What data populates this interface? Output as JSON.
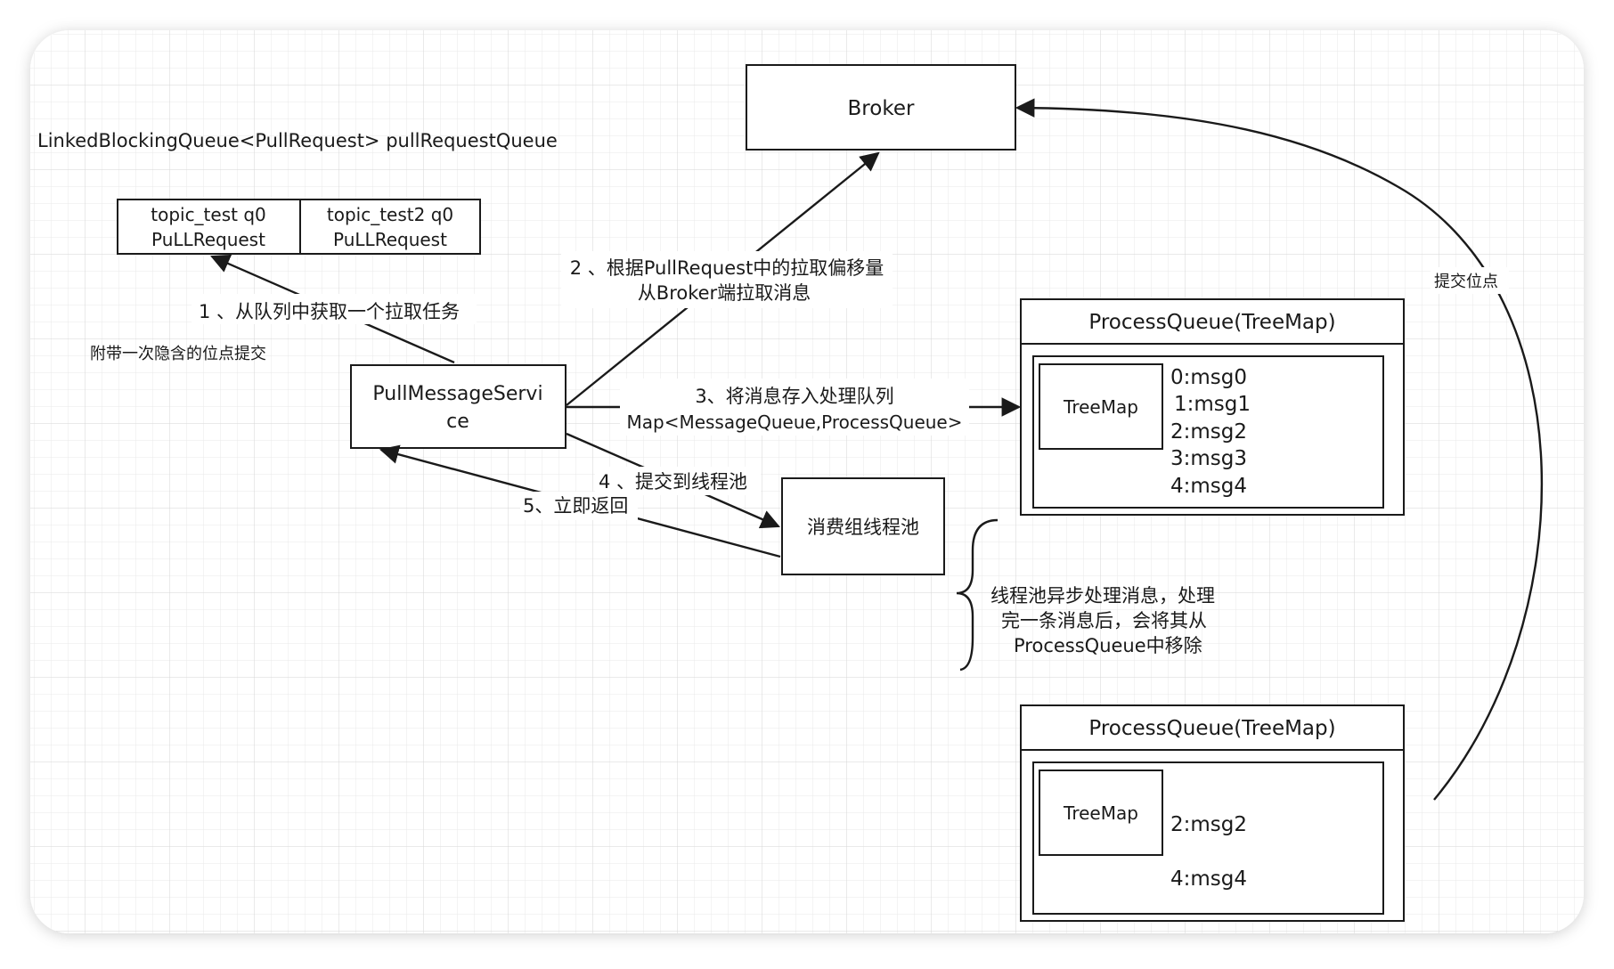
{
  "queue": {
    "declaration": "LinkedBlockingQueue<PullRequest> pullRequestQueue",
    "cells": [
      {
        "line1": "topic_test q0",
        "line2": "PuLLRequest"
      },
      {
        "line1": "topic_test2 q0",
        "line2": "PuLLRequest"
      }
    ]
  },
  "broker": {
    "label": "Broker"
  },
  "pull_service": {
    "line1": "PullMessageServi",
    "line2": "ce"
  },
  "thread_pool": {
    "label": "消费组线程池"
  },
  "steps": {
    "step1": "1 、从队列中获取一个拉取任务",
    "step1_note": "附带一次隐含的位点提交",
    "step2_line1": "2 、根据PullRequest中的拉取偏移量",
    "step2_line2": "从Broker端拉取消息",
    "step3_line1": "3、将消息存入处理队列",
    "step3_line2": "Map<MessageQueue,ProcessQueue>",
    "step4": "4 、提交到线程池",
    "step5": "5、立即返回"
  },
  "commit_offset": "提交位点",
  "process_queue_top": {
    "title": "ProcessQueue(TreeMap)",
    "treemap_label": "TreeMap",
    "messages": [
      "0:msg0",
      "1:msg1",
      "2:msg2",
      "3:msg3",
      "4:msg4"
    ]
  },
  "async_note": {
    "line1": "线程池异步处理消息，处理",
    "line2": "完一条消息后，会将其从",
    "line3": "ProcessQueue中移除"
  },
  "process_queue_bottom": {
    "title": "ProcessQueue(TreeMap)",
    "treemap_label": "TreeMap",
    "messages": [
      "2:msg2",
      "4:msg4"
    ]
  },
  "colors": {
    "stroke": "#1a1a1a",
    "grid_minor": "#e6e6e6",
    "grid_major": "#d4d4d4",
    "frame_shadow": "#cfcfcf"
  }
}
